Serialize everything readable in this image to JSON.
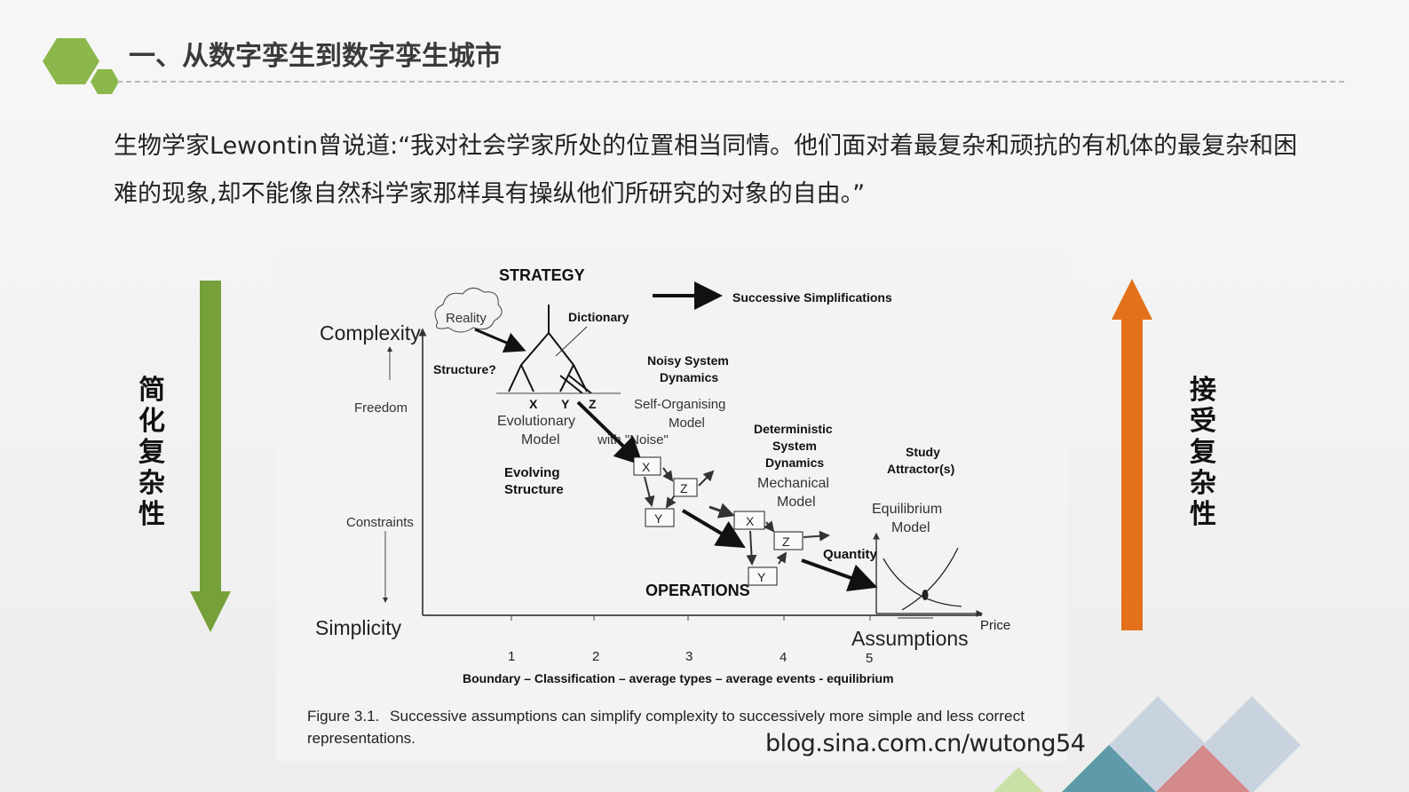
{
  "header": {
    "title": "一、从数字孪生到数字孪生城市"
  },
  "quote": "生物学家Lewontin曾说道:“我对社会学家所处的位置相当同情。他们面对着最复杂和顽抗的有机体的最复杂和困难的现象,却不能像自然科学家那样具有操纵他们所研究的对象的自由。”",
  "side_labels": {
    "left": "简化复杂性",
    "right": "接受复杂性",
    "left_color": "#76a03a",
    "right_color": "#e3701a"
  },
  "figure": {
    "strategy": "STRATEGY",
    "legend": "Successive Simplifications",
    "complexity": "Complexity",
    "simplicity": "Simplicity",
    "freedom": "Freedom",
    "constraints": "Constraints",
    "reality": "Reality",
    "dictionary": "Dictionary",
    "structure": "Structure?",
    "noisy": [
      "Noisy System",
      "Dynamics"
    ],
    "self_org": [
      "Self-Organising",
      "Model",
      "with \"Noise\""
    ],
    "evolutionary": [
      "Evolutionary",
      "Model"
    ],
    "evolving": [
      "Evolving",
      "Structure"
    ],
    "deterministic": [
      "Deterministic",
      "System",
      "Dynamics"
    ],
    "mechanical": [
      "Mechanical",
      "Model"
    ],
    "study": [
      "Study",
      "Attractor(s)"
    ],
    "equilibrium": [
      "Equilibrium",
      "Model"
    ],
    "quantity": "Quantity",
    "price": "Price",
    "operations": "OPERATIONS",
    "assumptions": "Assumptions",
    "tree_labels": [
      "X",
      "Y",
      "Z"
    ],
    "box_labels": [
      "X",
      "Z",
      "Y"
    ],
    "ticks": [
      "1",
      "2",
      "3",
      "4",
      "5"
    ],
    "boundary": "Boundary – Classification – average types – average events - equilibrium",
    "caption_num": "Figure 3.1.",
    "caption_text": "Successive assumptions can simplify complexity to successively more simple and less correct",
    "caption_text2": "representations."
  },
  "watermark": "blog.sina.com.cn/wutong54",
  "decor_colors": [
    "#c9d3df",
    "#5f9aa8",
    "#d48a8a",
    "#c8e0a6"
  ]
}
